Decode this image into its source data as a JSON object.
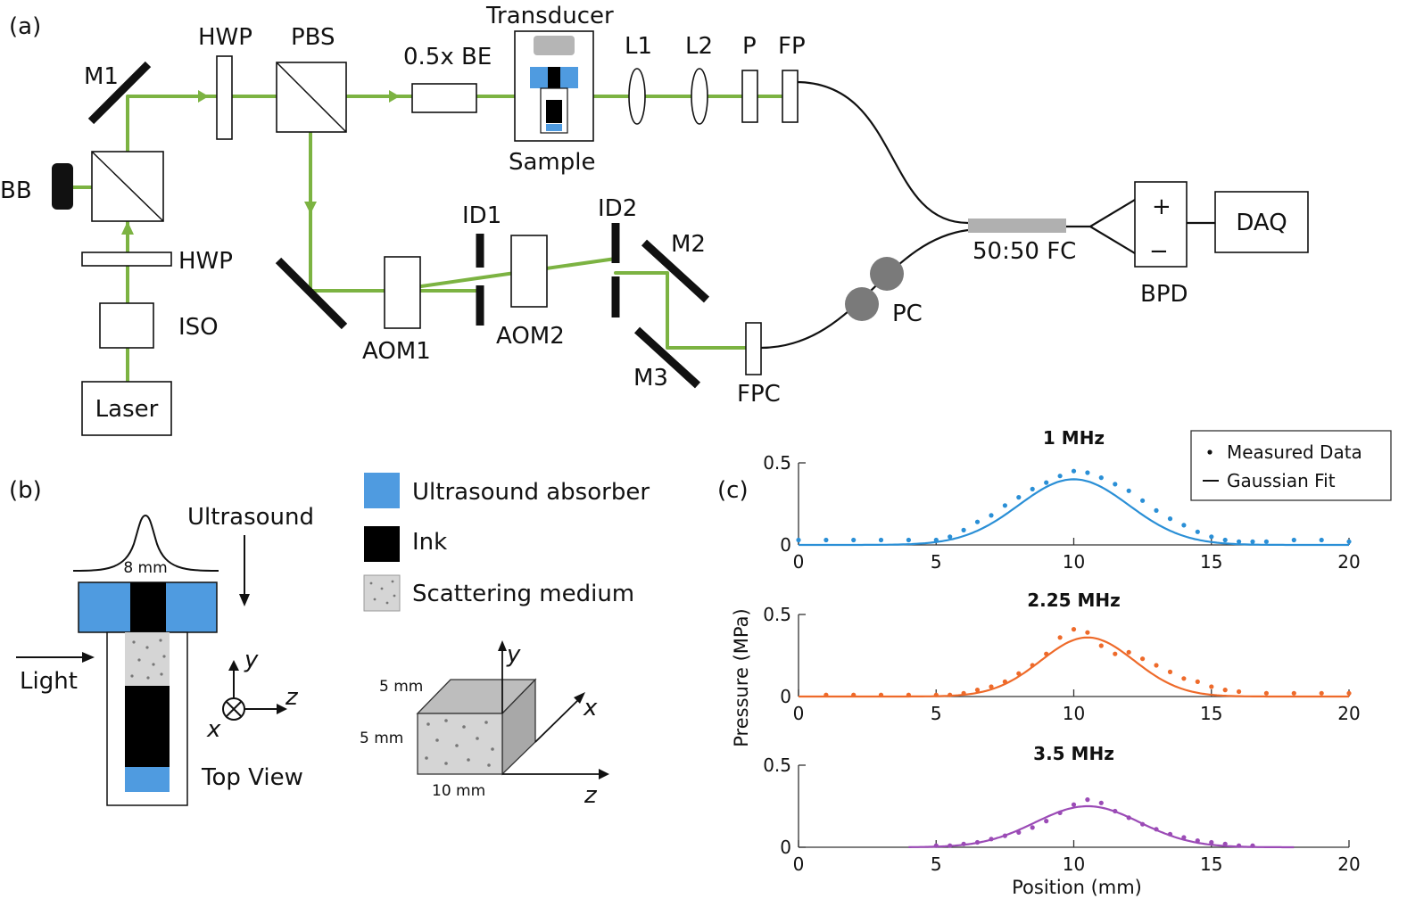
{
  "colors": {
    "beam": "#7cb342",
    "absorber": "#4f9be0",
    "ink": "#000000",
    "scatter": "#d5d5d5",
    "series_1MHz": "#2a8fd6",
    "series_225MHz": "#ee6a2a",
    "series_35MHz": "#9b4bb6"
  },
  "panel_a": {
    "panel_label": "(a)",
    "labels": {
      "m1": "M1",
      "hwp_top": "HWP",
      "pbs": "PBS",
      "be": "0.5x BE",
      "transducer": "Transducer",
      "sample": "Sample",
      "l1": "L1",
      "l2": "L2",
      "p": "P",
      "fp": "FP",
      "bb": "BB",
      "hwp_left": "HWP",
      "iso": "ISO",
      "laser": "Laser",
      "id1": "ID1",
      "id2": "ID2",
      "m2": "M2",
      "m3": "M3",
      "aom1": "AOM1",
      "aom2": "AOM2",
      "fpc": "FPC",
      "pc": "PC",
      "fc": "50:50 FC",
      "bpd": "BPD",
      "plus": "+",
      "minus": "−",
      "daq": "DAQ"
    }
  },
  "panel_b": {
    "panel_label": "(b)",
    "ultrasound": "Ultrasound",
    "width_label": "8 mm",
    "light": "Light",
    "top_view": "Top View",
    "axis_y": "y",
    "axis_z": "z",
    "axis_x": "x",
    "legend": [
      "Ultrasound absorber",
      "Ink",
      "Scattering medium"
    ],
    "cube": {
      "dim_top": "5 mm",
      "dim_side": "5 mm",
      "dim_bottom": "10 mm",
      "axis_y": "y",
      "axis_x": "x",
      "axis_z": "z"
    }
  },
  "panel_c": {
    "panel_label": "(c)",
    "ylabel": "Pressure (MPa)",
    "xlabel": "Position (mm)",
    "legend": {
      "measured": "Measured Data",
      "fit": "Gaussian Fit"
    },
    "ytick_labels": [
      "0",
      "0.5"
    ],
    "xtick_labels": [
      "0",
      "5",
      "10",
      "15",
      "20"
    ]
  },
  "chart_data": [
    {
      "type": "scatter",
      "title": "1 MHz",
      "xlim": [
        0,
        20
      ],
      "ylim": [
        0,
        0.5
      ],
      "series": [
        {
          "name": "Measured Data",
          "x": [
            0,
            1,
            2,
            3,
            4,
            5,
            5.5,
            6,
            6.5,
            7,
            7.5,
            8,
            8.5,
            9,
            9.5,
            10,
            10.5,
            11,
            11.5,
            12,
            12.5,
            13,
            13.5,
            14,
            14.5,
            15,
            15.5,
            16,
            16.5,
            17,
            18,
            19,
            20
          ],
          "y": [
            0.03,
            0.03,
            0.03,
            0.03,
            0.03,
            0.03,
            0.05,
            0.09,
            0.14,
            0.18,
            0.24,
            0.29,
            0.34,
            0.38,
            0.42,
            0.45,
            0.44,
            0.41,
            0.37,
            0.33,
            0.27,
            0.21,
            0.16,
            0.12,
            0.08,
            0.05,
            0.03,
            0.02,
            0.02,
            0.02,
            0.03,
            0.03,
            0.02
          ]
        },
        {
          "name": "Gaussian Fit",
          "mu": 10,
          "amp": 0.4,
          "sigma": 2.0,
          "x_range": [
            0,
            20
          ]
        }
      ]
    },
    {
      "type": "scatter",
      "title": "2.25 MHz",
      "xlim": [
        0,
        20
      ],
      "ylim": [
        0,
        0.5
      ],
      "series": [
        {
          "name": "Measured Data",
          "x": [
            1,
            2,
            3,
            4,
            5,
            5.5,
            6,
            6.5,
            7,
            7.5,
            8,
            8.5,
            9,
            9.5,
            10,
            10.5,
            11,
            11.5,
            12,
            12.5,
            13,
            13.5,
            14,
            14.5,
            15,
            15.5,
            16,
            17,
            18,
            19,
            20
          ],
          "y": [
            0.01,
            0.01,
            0.01,
            0.01,
            0.01,
            0.01,
            0.02,
            0.04,
            0.06,
            0.09,
            0.14,
            0.19,
            0.26,
            0.36,
            0.41,
            0.39,
            0.31,
            0.26,
            0.27,
            0.23,
            0.19,
            0.15,
            0.11,
            0.09,
            0.06,
            0.04,
            0.03,
            0.02,
            0.02,
            0.02,
            0.02
          ]
        },
        {
          "name": "Gaussian Fit",
          "mu": 10.5,
          "amp": 0.36,
          "sigma": 1.7,
          "x_range": [
            0,
            20
          ]
        }
      ]
    },
    {
      "type": "scatter",
      "title": "3.5 MHz",
      "xlim": [
        0,
        20
      ],
      "ylim": [
        0,
        0.5
      ],
      "series": [
        {
          "name": "Measured Data",
          "x": [
            5,
            5.5,
            6,
            6.5,
            7,
            7.5,
            8,
            8.5,
            9,
            9.5,
            10,
            10.5,
            11,
            11.5,
            12,
            12.5,
            13,
            13.5,
            14,
            14.5,
            15,
            15.5,
            16,
            16.5
          ],
          "y": [
            0.01,
            0.01,
            0.02,
            0.03,
            0.05,
            0.07,
            0.09,
            0.12,
            0.16,
            0.21,
            0.26,
            0.29,
            0.27,
            0.22,
            0.18,
            0.14,
            0.11,
            0.08,
            0.06,
            0.04,
            0.03,
            0.02,
            0.01,
            0.01
          ]
        },
        {
          "name": "Gaussian Fit",
          "mu": 10.5,
          "amp": 0.25,
          "sigma": 1.9,
          "x_range": [
            4,
            18
          ]
        }
      ]
    }
  ]
}
